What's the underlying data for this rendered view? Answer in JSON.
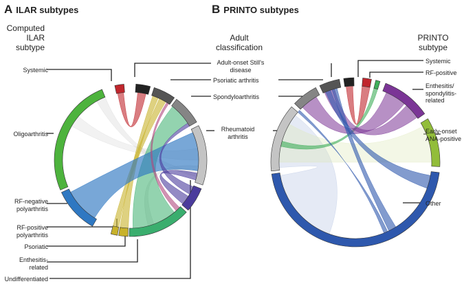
{
  "panel_a": {
    "letter": "A",
    "title": "ILAR subtypes",
    "left_axis_title": [
      "Computed",
      "ILAR",
      "subtype"
    ],
    "right_axis_title": [
      "Adult",
      "classification"
    ],
    "ilar_groups": [
      {
        "label": "Systemic",
        "color": "#c0262d"
      },
      {
        "label": "Oligoarthritis",
        "color": "#4db33d"
      },
      {
        "label": "RF-negative polyarthritis",
        "color": "#2f78c2"
      },
      {
        "label": "RF-positive polyarthritis",
        "color": "#c8b22b"
      },
      {
        "label": "Psoriatic",
        "color": "#c8b22b"
      },
      {
        "label": "Enthesitis-related",
        "color": "#3aae6e"
      },
      {
        "label": "Undifferentiated",
        "color": "#4b3c9c"
      }
    ],
    "adult_groups": [
      {
        "label": "Adult-onset Still's disease",
        "color": "#222222"
      },
      {
        "label": "Psoriatic arthritis",
        "color": "#555555"
      },
      {
        "label": "Spondyloarthritis",
        "color": "#858585"
      },
      {
        "label": "Rheumatoid arthritis",
        "color": "#c4c4c4"
      }
    ]
  },
  "panel_b": {
    "letter": "B",
    "title": "PRINTO subtypes",
    "right_axis_title": [
      "PRINTO",
      "subtype"
    ],
    "printo_groups": [
      {
        "label": "Systemic",
        "color": "#c0262d"
      },
      {
        "label": "RF-positive",
        "color": "#3fae5a"
      },
      {
        "label": "Enthesitis/ spondylitis- related",
        "color": "#7b3596"
      },
      {
        "label": "Early-onset ANA-positive",
        "color": "#92bd3a"
      },
      {
        "label": "Other",
        "color": "#2e58ad"
      }
    ]
  }
}
